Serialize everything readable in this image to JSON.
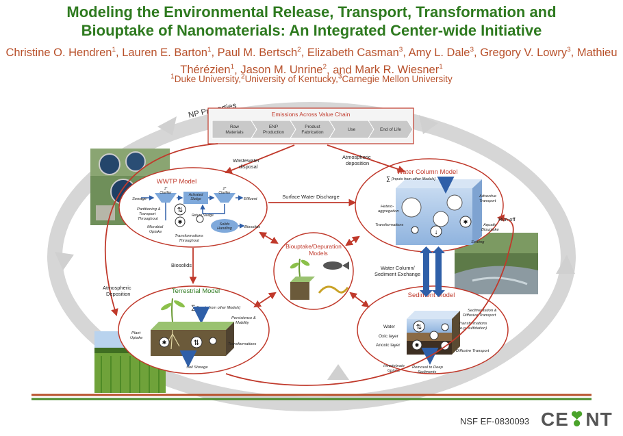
{
  "title_line1": "Modeling the Environmental Release, Transport, Transformation and",
  "title_line2": "Biouptake of Nanomaterials: An Integrated Center-wide Initiative",
  "authors": [
    {
      "name": "Christine O. Hendren",
      "aff": "1"
    },
    {
      "name": "Lauren E. Barton",
      "aff": "1"
    },
    {
      "name": "Paul M. Bertsch",
      "aff": "2"
    },
    {
      "name": "Elizabeth Casman",
      "aff": "3"
    },
    {
      "name": "Amy L. Dale",
      "aff": "3"
    },
    {
      "name": "Gregory V. Lowry",
      "aff": "3"
    },
    {
      "name": "Mathieu Thérézien",
      "aff": "1"
    },
    {
      "name": "Jason M. Unrine",
      "aff": "2"
    },
    {
      "name": "Mark R. Wiesner",
      "aff": "1"
    }
  ],
  "affiliations": [
    {
      "num": "1",
      "name": "Duke University"
    },
    {
      "num": "2",
      "name": "University of Kentucky"
    },
    {
      "num": "3",
      "name": "Carnegie Mellon University"
    }
  ],
  "np_properties": "NP Properties",
  "emissions": {
    "title": "Emissions Across Value Chain",
    "steps": [
      [
        "Raw",
        "Materials"
      ],
      [
        "ENP",
        "Production"
      ],
      [
        "Product",
        "Fabrication"
      ],
      [
        "Use"
      ],
      [
        "End of Life"
      ]
    ]
  },
  "flows": {
    "wastewater": [
      "Wastewater",
      "disposal"
    ],
    "atmospheric_top": [
      "Atmospheric",
      "deposition"
    ],
    "surface_water": "Surface Water Discharge",
    "biosolids_flow": "Biosolids",
    "atmospheric_left": [
      "Atmospheric",
      "Deposition"
    ],
    "water_sediment": [
      "Water Column/",
      "Sediment  Exchange"
    ],
    "runoff": "Run-off"
  },
  "wwtp": {
    "title": "WWTP Model",
    "sewage": "Sewage",
    "clarifier1": [
      "1°",
      "Clarifier"
    ],
    "activated": [
      "Activated",
      "Sludge"
    ],
    "clarifier2": [
      "2°",
      "Clarifier"
    ],
    "effluent": "Effluent",
    "return_sludge": "Return Sludge",
    "partitioning": [
      "Partitioning &",
      "Transport",
      "Throughout"
    ],
    "microbial": [
      "Microbial",
      "Uptake"
    ],
    "solids": [
      "Solids",
      "Handling"
    ],
    "biosolids": "Biosolids",
    "transformations": [
      "Transformations",
      "Throughout"
    ]
  },
  "water_column": {
    "title": "Water Column Model",
    "inputs": "[Inputs from other Models]",
    "hetero": [
      "Hetero-",
      "aggregation"
    ],
    "advective": [
      "Advective",
      "Transport"
    ],
    "transformations": "Transformations",
    "aquatic": [
      "Aquatic",
      "Biouptake"
    ],
    "settling": "Settling"
  },
  "biouptake": {
    "title": [
      "Biouptake/Depuration",
      "Models"
    ]
  },
  "terrestrial": {
    "title": "Terrestrial Model",
    "inputs": "[Inputs from other Models]",
    "persistence": [
      "Persistence &",
      "Mobility"
    ],
    "plant": [
      "Plant",
      "Uptake"
    ],
    "transformations": "Transformations",
    "soil_storage": "Soil Storage"
  },
  "sediment": {
    "title": "Sediment Model",
    "sedimentation": [
      "Sedimentation &",
      "Diffusive Transport"
    ],
    "water": "Water",
    "transformations": [
      "Transformations",
      "(e.g. sulfidation)"
    ],
    "oxic": "Oxic layer",
    "anoxic": "Anoxic layer",
    "diffusive": "Diffusive Transport",
    "invertebrate": [
      "Invertebrate",
      "Uptake"
    ],
    "removal": [
      "Removal to Deep",
      "Sediments"
    ]
  },
  "sum_symbol": "∑",
  "nsf": "NSF EF-0830093",
  "logo_text": [
    "CE",
    "NT"
  ],
  "colors": {
    "title_green": "#2e7a1f",
    "author_orange": "#b8502a",
    "model_red": "#c0392b",
    "water_blue": "#a9c6e8",
    "arrow_blue": "#2f5fa8"
  }
}
